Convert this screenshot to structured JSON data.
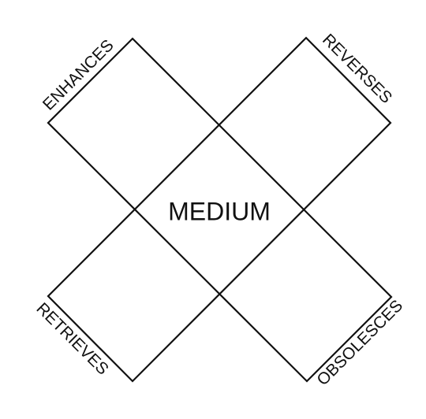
{
  "diagram": {
    "center": "MEDIUM",
    "labels": {
      "top_left": "ENHANCES",
      "top_right": "REVERSES",
      "bottom_left": "RETRIEVES",
      "bottom_right": "OBSOLESCES"
    },
    "colors": {
      "line": "#111111",
      "text": "#111111",
      "background": "#ffffff"
    }
  }
}
